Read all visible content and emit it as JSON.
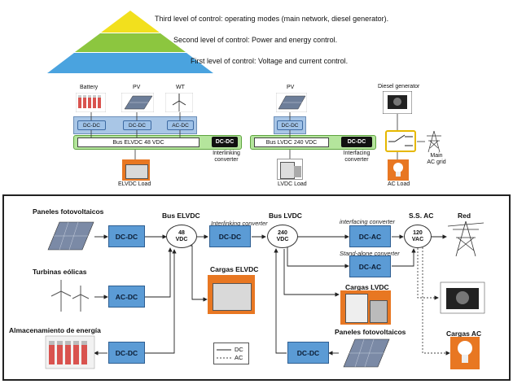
{
  "pyramid": {
    "levels": [
      "Third level of control: operating modes (main network, diesel generator).",
      "Second level of control: Power and energy control.",
      "First level of control: Voltage and current control."
    ],
    "colors": [
      "#f2e01d",
      "#8cc63f",
      "#4aa3df"
    ]
  },
  "top": {
    "battery": "Battery",
    "pv": "PV",
    "wt": "WT",
    "pv2": "PV",
    "diesel": "Diesel generator",
    "dcdc1": "DC-DC",
    "dcdc2": "DC-DC",
    "acdc": "AC-DC",
    "dcdc_pv2": "DC-DC",
    "bus1": "Bus ELVDC 48 VDC",
    "bus2": "Bus LVDC 240 VDC",
    "conv1": "DC-DC",
    "conv2": "DC-DC",
    "interlinking": "Interlinking\nconverter",
    "interfacing": "Interfacing\nconverter",
    "main_grid": "Main\nAC grid",
    "elvdc_load": "ELVDC Load",
    "lvdc_load": "LVDC Load",
    "ac_load": "AC Load"
  },
  "bottom": {
    "paneles1": "Paneles fotovoltaicos",
    "turbinas": "Turbinas eólicas",
    "almacenamiento": "Almacenamiento de energía",
    "bus_elvdc": "Bus ELVDC",
    "bus_lvdc": "Bus LVDC",
    "ss_ac": "S.S. AC",
    "red": "Red",
    "dcdc_a": "DC-DC",
    "acdc": "AC-DC",
    "dcdc_b": "DC-DC",
    "dcdc_c": "DC-DC",
    "dcac_a": "DC-AC",
    "dcac_b": "DC-AC",
    "dcdc_d": "DC-DC",
    "node48": "48\nVDC",
    "node240": "240\nVDC",
    "node120": "120\nVAC",
    "interlinking": "Interlinking converter",
    "interfacing": "interfacing converter",
    "standalone": "Stand-alone converter",
    "cargas_elvdc": "Cargas ELVDC",
    "cargas_lvdc": "Cargas LVDC",
    "paneles2": "Paneles fotovoltaicos",
    "cargas_ac": "Cargas AC",
    "legend_dc": "DC",
    "legend_ac": "AC"
  }
}
